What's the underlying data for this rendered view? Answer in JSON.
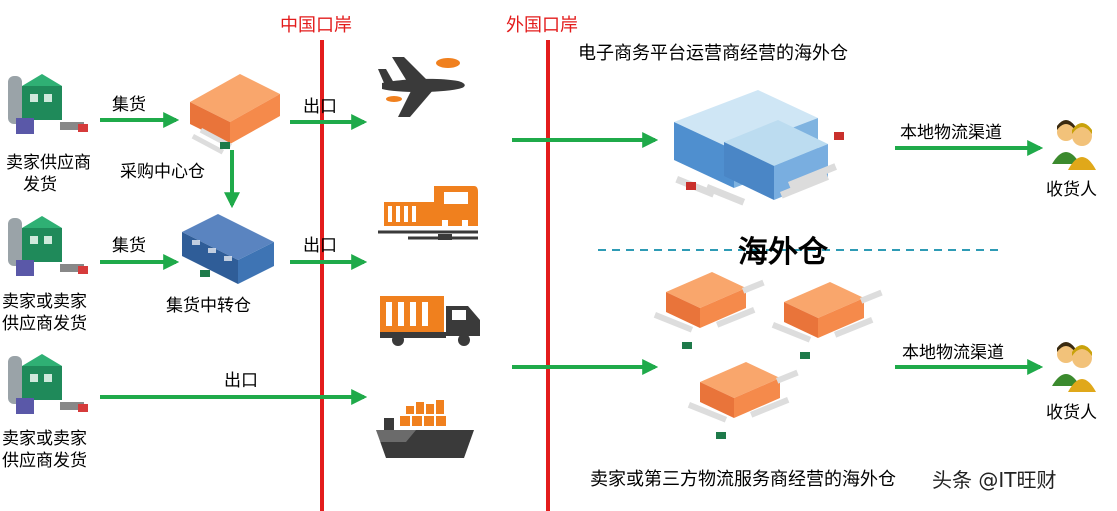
{
  "borders": {
    "china_port": "中国口岸",
    "foreign_port": "外国口岸"
  },
  "sellers": [
    {
      "label_line1": "卖家供应商",
      "label_line2": "发货"
    },
    {
      "label_line1": "卖家或卖家",
      "label_line2": "供应商发货"
    },
    {
      "label_line1": "卖家或卖家",
      "label_line2": "供应商发货"
    }
  ],
  "flow_labels": {
    "collect_1": "集货",
    "collect_2": "集货",
    "export_1": "出口",
    "export_2": "出口",
    "export_3": "出口",
    "local_logistics_1": "本地物流渠道",
    "local_logistics_2": "本地物流渠道"
  },
  "warehouses": {
    "purchase_center": "采购中心仓",
    "consolidation_hub": "集货中转仓",
    "overseas_title": "海外仓",
    "platform_operator": "电子商务平台运营商经营的海外仓",
    "third_party_operator": "卖家或第三方物流服务商经营的海外仓"
  },
  "receivers": [
    "收货人",
    "收货人"
  ],
  "watermark": "头条 @IT旺财",
  "transport_icons": [
    "airplane-icon",
    "train-icon",
    "truck-icon",
    "ship-icon"
  ],
  "colors": {
    "arrow": "#1faa4a",
    "border_line": "#e31c1c",
    "dashed": "#2e9bb5",
    "warehouse_orange": "#f58a4b",
    "warehouse_blue": "#3e74b4",
    "transport_dark": "#3a3a3a",
    "transport_orange": "#f0801e"
  }
}
